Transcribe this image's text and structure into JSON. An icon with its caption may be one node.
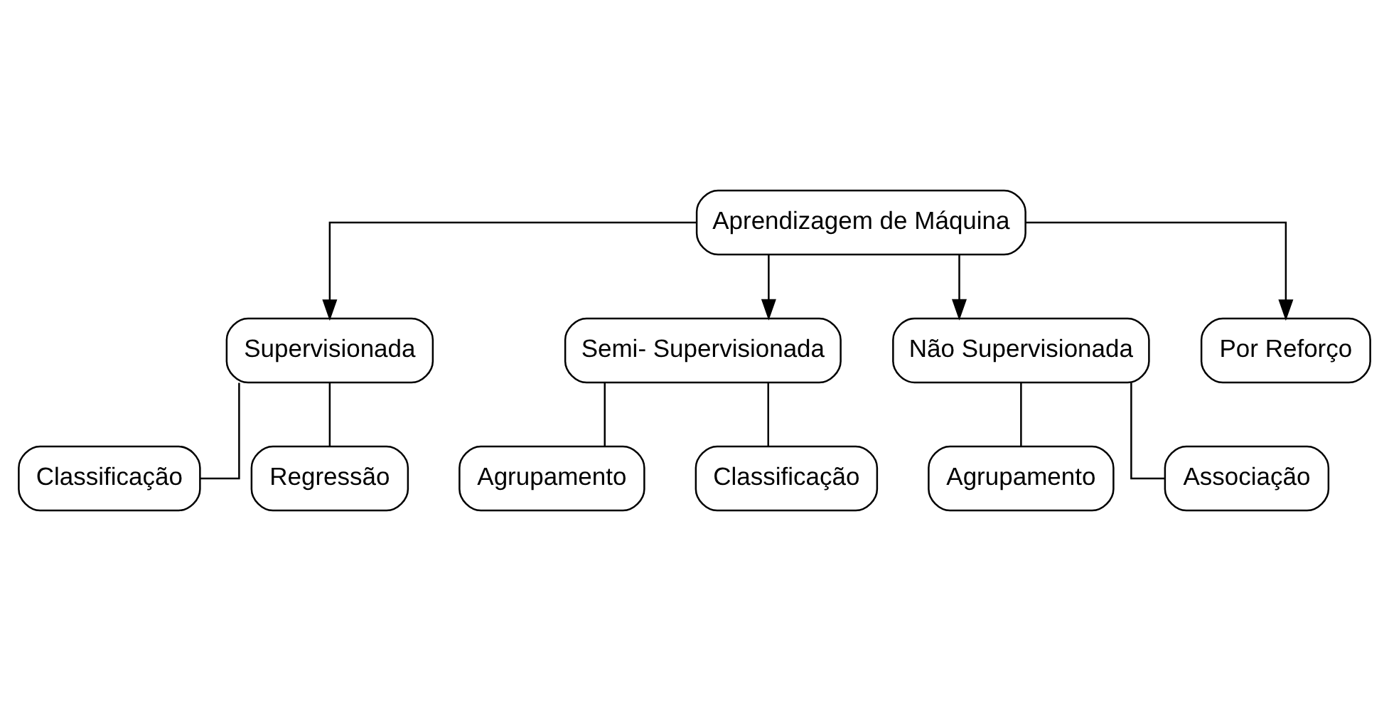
{
  "diagram": {
    "nodes": [
      {
        "text": [
          "Aprendizagem de Máquina"
        ]
      },
      {
        "text": [
          "Supervisionada"
        ]
      },
      {
        "text": [
          "Semi- Supervisionada"
        ]
      },
      {
        "text": [
          "Não Supervisionada"
        ]
      },
      {
        "text": [
          "Por Reforço"
        ]
      },
      {
        "text": [
          "Classificação"
        ]
      },
      {
        "text": [
          "Regressão"
        ]
      },
      {
        "text": [
          "Agrupamento"
        ]
      },
      {
        "text": [
          "Classificação"
        ]
      },
      {
        "text": [
          "Agrupamento"
        ]
      },
      {
        "text": [
          "Associação"
        ]
      }
    ],
    "edges": [
      {
        "from": 0,
        "to": 1,
        "arrow": "to"
      },
      {
        "from": 0,
        "to": 2,
        "arrow": "to"
      },
      {
        "from": 0,
        "to": 3,
        "arrow": "to"
      },
      {
        "from": 0,
        "to": 4,
        "arrow": "to"
      },
      {
        "from": 1,
        "to": 5,
        "arrow": "none"
      },
      {
        "from": 1,
        "to": 6,
        "arrow": "none"
      },
      {
        "from": 2,
        "to": 7,
        "arrow": "none"
      },
      {
        "from": 2,
        "to": 8,
        "arrow": "none"
      },
      {
        "from": 3,
        "to": 9,
        "arrow": "none"
      },
      {
        "from": 3,
        "to": 10,
        "arrow": "none"
      }
    ]
  }
}
